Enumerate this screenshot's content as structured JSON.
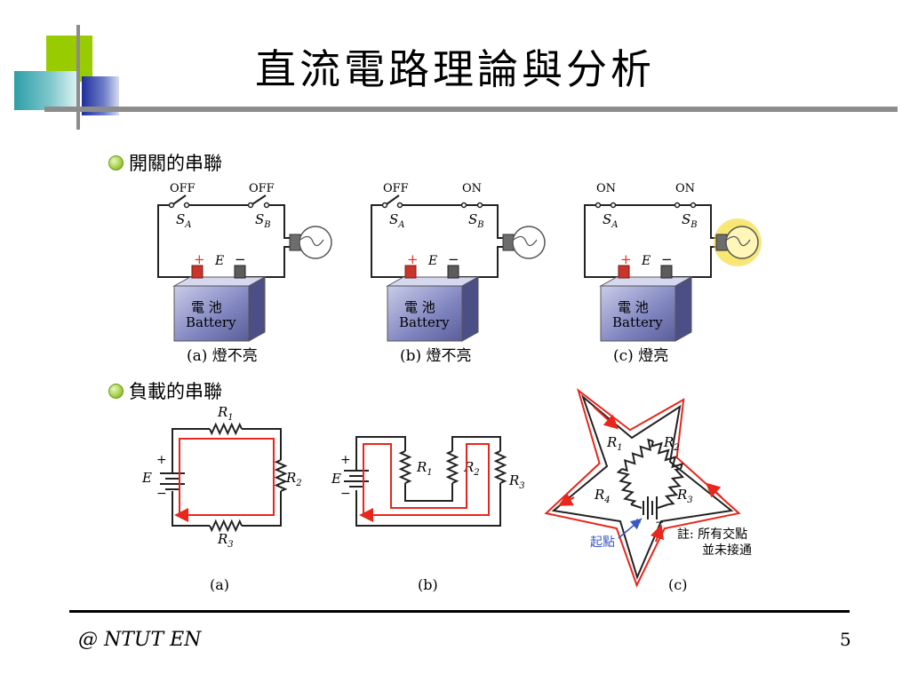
{
  "title": "直流電路理論與分析",
  "sections": {
    "switches": "開關的串聯",
    "loads": "負載的串聯"
  },
  "switch_circuits": [
    {
      "s_a_state": "OFF",
      "s_b_state": "OFF",
      "lamp_lit": false,
      "caption": "(a) 燈不亮"
    },
    {
      "s_a_state": "OFF",
      "s_b_state": "ON",
      "lamp_lit": false,
      "caption": "(b) 燈不亮"
    },
    {
      "s_a_state": "ON",
      "s_b_state": "ON",
      "lamp_lit": true,
      "caption": "(c) 燈亮"
    }
  ],
  "switch_labels": {
    "sa": "S",
    "sa_sub": "A",
    "sb": "S",
    "sb_sub": "B"
  },
  "battery": {
    "line1": "電  池",
    "line2": "Battery",
    "emf": "E",
    "plus": "+",
    "minus": "−"
  },
  "load_circuits": [
    {
      "caption": "(a)",
      "resistors": [
        "R1",
        "R2",
        "R3"
      ]
    },
    {
      "caption": "(b)",
      "resistors": [
        "R1",
        "R2",
        "R3"
      ]
    },
    {
      "caption": "(c)",
      "resistors": [
        "R1",
        "R2",
        "R3",
        "R4"
      ],
      "start_label": "起點",
      "note": [
        "註: 所有交點",
        "並未接通"
      ]
    }
  ],
  "source_label": {
    "emf": "E",
    "plus": "+",
    "minus": "−"
  },
  "colors": {
    "current": "#e8261c",
    "wire": "#222222",
    "lamp_glow": "#f7e96a",
    "battery_body": "#7f84bf",
    "note_blue": "#3a57c8"
  },
  "footer": {
    "text": "@ NTUT  EN",
    "page": "5"
  }
}
